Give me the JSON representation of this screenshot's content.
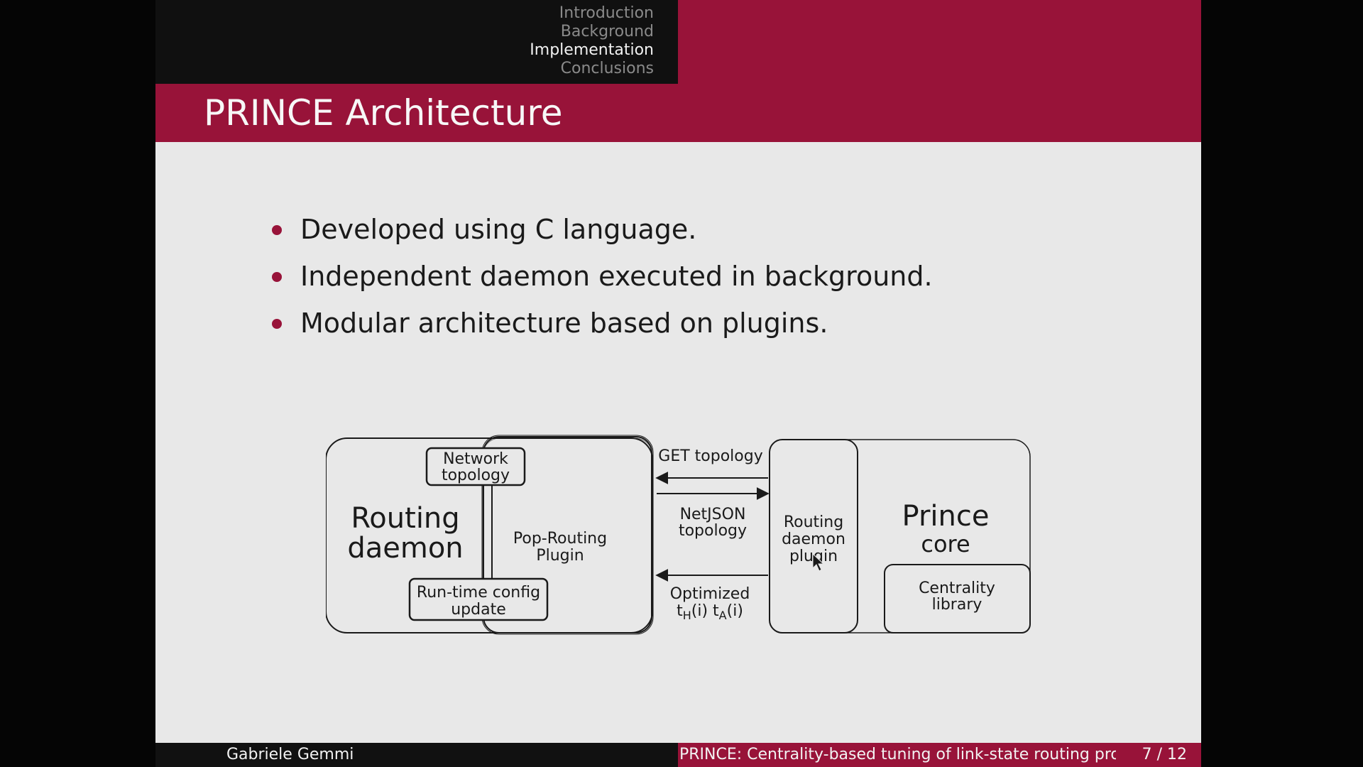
{
  "nav": {
    "items": [
      {
        "label": "Introduction",
        "active": false
      },
      {
        "label": "Background",
        "active": false
      },
      {
        "label": "Implementation",
        "active": true
      },
      {
        "label": "Conclusions",
        "active": false
      }
    ]
  },
  "slide": {
    "title": "PRINCE Architecture",
    "bullets": [
      "Developed using C language.",
      "Independent daemon executed in background.",
      "Modular architecture based on plugins."
    ]
  },
  "diagram": {
    "routing_daemon_line1": "Routing",
    "routing_daemon_line2": "daemon",
    "network_topology_line1": "Network",
    "network_topology_line2": "topology",
    "runtime_config_line1": "Run-time config",
    "runtime_config_line2": "update",
    "pop_routing_line1": "Pop-Routing",
    "pop_routing_line2": "Plugin",
    "get_topology": "GET topology",
    "netjson_line1": "NetJSON",
    "netjson_line2": "topology",
    "optimized_line1": "Optimized",
    "optimized_th": "t",
    "optimized_th_sub": "H",
    "optimized_th_arg": "(i) t",
    "optimized_ta_sub": "A",
    "optimized_ta_arg": "(i)",
    "rd_plugin_line1": "Routing",
    "rd_plugin_line2": "daemon",
    "rd_plugin_line3": "plugin",
    "prince_line1": "Prince",
    "prince_line2": "core",
    "centrality_line1": "Centrality",
    "centrality_line2": "library"
  },
  "footer": {
    "author": "Gabriele Gemmi",
    "talk_title": "PRINCE: Centrality-based tuning of link-state routing protocols",
    "page": "7 / 12"
  },
  "colors": {
    "accent": "#981339",
    "slide_background": "#e8e8e8",
    "header_dark": "#101010"
  }
}
